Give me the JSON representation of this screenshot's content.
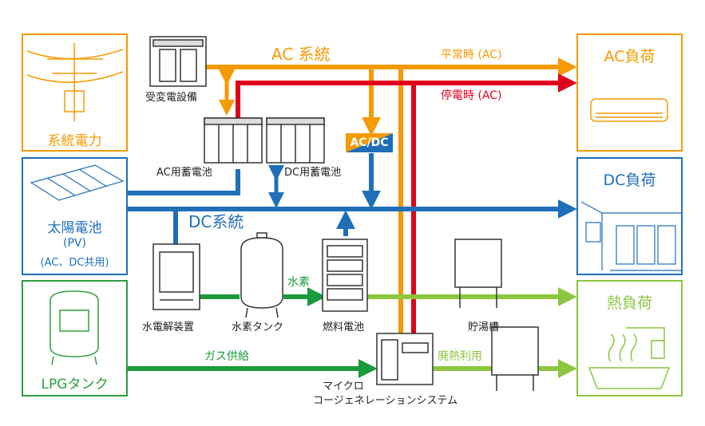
{
  "sources": {
    "grid": {
      "label": "系統電力"
    },
    "pv": {
      "label": "太陽電池",
      "sub1": "(PV)",
      "sub2": "(AC、DC共用)"
    },
    "lpg": {
      "label": "LPGタンク"
    }
  },
  "loads": {
    "ac": {
      "label": "AC負荷"
    },
    "dc": {
      "label": "DC負荷"
    },
    "heat": {
      "label": "熱負荷"
    }
  },
  "equipment": {
    "substation": "受変電設備",
    "ac_battery": "AC用蓄電池",
    "dc_battery": "DC用蓄電池",
    "electrolyzer": "水電解装置",
    "h2_tank": "水素タンク",
    "fuel_cell": "燃料電池",
    "hot_water_tank": "貯湯槽",
    "cogeneration_line1": "マイクロ",
    "cogeneration_line2": "コージェネレーションシステム",
    "converter": "AC/DC"
  },
  "lines": {
    "ac_system": "AC 系統",
    "dc_system": "DC系統",
    "normal_ac": "平常時 (AC)",
    "outage_ac": "停電時 (AC)",
    "hydrogen": "水素",
    "gas_supply": "ガス供給",
    "waste_heat": "廃熱利用"
  },
  "colors": {
    "ac": "#f59a00",
    "outage": "#e0001b",
    "dc": "#1f6fb8",
    "hydrogen": "#1a9a3a",
    "heat": "#8cc63f",
    "lpg_green": "#2e9e3f"
  }
}
